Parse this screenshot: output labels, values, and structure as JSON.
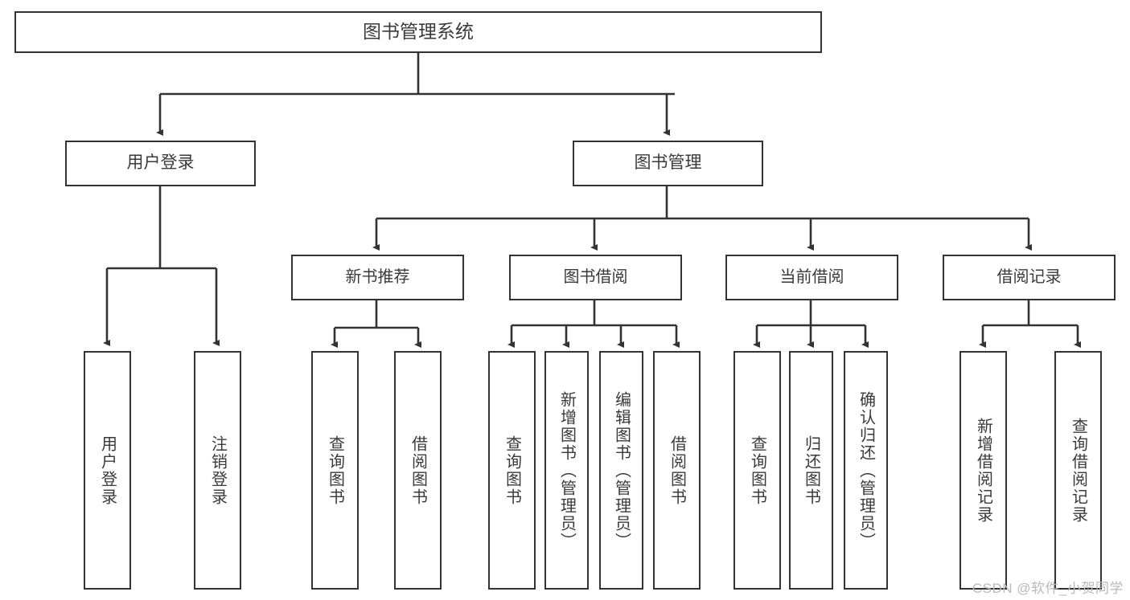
{
  "diagram": {
    "title": "图书管理系统",
    "root": {
      "label": "图书管理系统"
    },
    "level1": [
      {
        "label": "用户登录"
      },
      {
        "label": "图书管理"
      }
    ],
    "level2": [
      {
        "label": "新书推荐"
      },
      {
        "label": "图书借阅"
      },
      {
        "label": "当前借阅"
      },
      {
        "label": "借阅记录"
      }
    ],
    "leaves": [
      {
        "label": "用户登录"
      },
      {
        "label": "注销登录"
      },
      {
        "label": "查询图书"
      },
      {
        "label": "借阅图书"
      },
      {
        "label": "查询图书"
      },
      {
        "label": "新增图书（管理员）"
      },
      {
        "label": "编辑图书（管理员）"
      },
      {
        "label": "借阅图书"
      },
      {
        "label": "查询图书"
      },
      {
        "label": "归还图书"
      },
      {
        "label": "确认归还（管理员）"
      },
      {
        "label": "新增借阅记录"
      },
      {
        "label": "查询借阅记录"
      }
    ]
  },
  "watermark": {
    "text": "CSDN @软件_小贺同学"
  },
  "colors": {
    "border": "#333333",
    "text": "#3a3a3a",
    "background": "#ffffff",
    "watermark": "#b9b9b9"
  }
}
